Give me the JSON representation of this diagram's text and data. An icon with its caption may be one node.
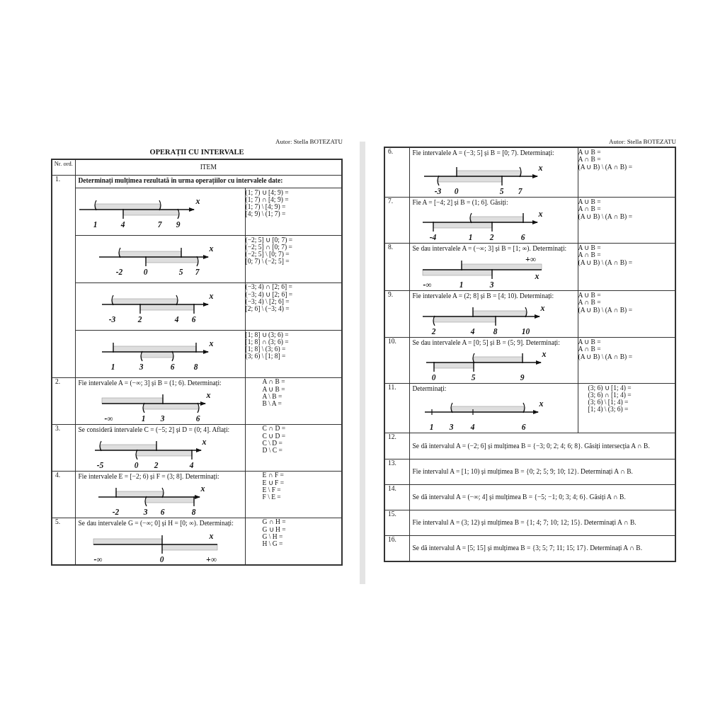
{
  "diagram": {
    "title": "OPERAȚII CU INTERVALE",
    "labels": [
      "Autor: Stella BOTEZATU",
      "Nr. ord.",
      "ITEM",
      "1.",
      "Determinați mulțimea rezultată în urma operațiilor cu intervalele date:",
      "1",
      "4",
      "7",
      "9",
      "x",
      "(1; 7) ∪ [4; 9) =",
      "(1; 7) ∩ [4; 9) =",
      "(1; 7) \\ [4; 9) =",
      "[4; 9) \\ (1; 7) =",
      "-2",
      "0",
      "5",
      "7",
      "x",
      "(−2; 5] ∪ [0; 7) =",
      "(−2; 5] ∩ [0; 7) =",
      "(−2; 5] \\ [0; 7) =",
      "[0; 7) \\ (−2; 5] =",
      "-3",
      "2",
      "4",
      "6",
      "x",
      "(−3; 4) ∩ [2; 6] =",
      "(−3; 4) ∪ [2; 6] =",
      "(−3; 4) \\ [2; 6] =",
      "[2; 6] \\ (−3; 4) =",
      "1",
      "3",
      "6",
      "8",
      "x",
      "[1; 8] ∪ (3; 6) =",
      "[1; 8] ∩ (3; 6) =",
      "[1; 8] \\ (3; 6) =",
      "(3; 6) \\ [1; 8] =",
      "2.",
      "Fie intervalele A = (−∞; 3] și B = (1; 6). Determinați:",
      "-∞",
      "1",
      "3",
      "6",
      "x",
      "A ∩ B =",
      "A ∪ B =",
      "A \\ B =",
      "B \\ A =",
      "3.",
      "Se consideră intervalele C = (−5; 2] și D = (0; 4]. Aflați:",
      "-5",
      "0",
      "2",
      "4",
      "x",
      "C ∩ D =",
      "C ∪ D =",
      "C \\ D =",
      "D \\ C =",
      "4.",
      "Fie intervalele E = [−2; 6) și F = (3; 8]. Determinați:",
      "-2",
      "3",
      "6",
      "8",
      "x",
      "E ∩ F =",
      "E ∪ F =",
      "E \\ F =",
      "F \\ E =",
      "5.",
      "Se dau intervalele G = (−∞; 0] și H = [0; ∞). Determinați:",
      "-∞",
      "0",
      "+∞",
      "x",
      "G ∩ H =",
      "G ∪ H =",
      "G \\ H =",
      "H \\ G =",
      "Autor: Stella BOTEZATU",
      "6.",
      "Fie intervalele A = (−3; 5] și B = [0; 7). Determinați:",
      "-3",
      "0",
      "5",
      "7",
      "x",
      "A ∪ B =",
      "A ∩ B =",
      "(A ∪ B) \\ (A ∩ B) =",
      "7.",
      "Fie A = [−4; 2] și B = (1; 6]. Găsiți:",
      "-4",
      "1",
      "2",
      "6",
      "x",
      "A ∪ B =",
      "A ∩ B =",
      "(A ∪ B) \\ (A ∩ B) =",
      "8.",
      "Se dau intervalele A = (−∞; 3] și B = [1; ∞). Determinați:",
      "-∞",
      "1",
      "3",
      "+∞",
      "x",
      "A ∪ B =",
      "A ∩ B =",
      "(A ∪ B) \\ (A ∩ B) =",
      "9.",
      "Fie intervalele A = (2; 8] și B = [4; 10). Determinați:",
      "2",
      "4",
      "8",
      "10",
      "x",
      "A ∪ B =",
      "A ∩ B =",
      "(A ∪ B) \\ (A ∩ B) =",
      "10.",
      "Se dau intervalele A = [0; 5] și B = (5; 9]. Determinați:",
      "0",
      "5",
      "9",
      "x",
      "A ∪ B =",
      "A ∩ B =",
      "(A ∪ B) \\ (A ∩ B) =",
      "11.",
      "Determinați:",
      "1",
      "3",
      "4",
      "6",
      "x",
      "(3; 6) ∪ [1; 4) =",
      "(3; 6) ∩ [1; 4) =",
      "(3; 6) \\ [1; 4) =",
      "[1; 4) \\ (3; 6) =",
      "12.",
      "Se dă intervalul A = (−2; 6] și mulțimea B = {−3; 0; 2; 4; 6; 8}. Găsiți intersecția A ∩ B.",
      "13.",
      "Fie intervalul A = [1; 10) și mulțimea B = {0; 2; 5; 9; 10; 12}. Determinați A ∩ B.",
      "14.",
      "Se dă intervalul A = (−∞; 4] și mulțimea B = {−5; −1; 0; 3; 4; 6}. Găsiți A ∩ B.",
      "15.",
      "Fie intervalul A = (3; 12) și mulțimea B = {1; 4; 7; 10; 12; 15}. Determinați A ∩ B.",
      "16.",
      "Se dă intervalul A = [5; 15] și mulțimea B = {3; 5; 7; 11; 15; 17}. Determinați A ∩ B."
    ]
  }
}
